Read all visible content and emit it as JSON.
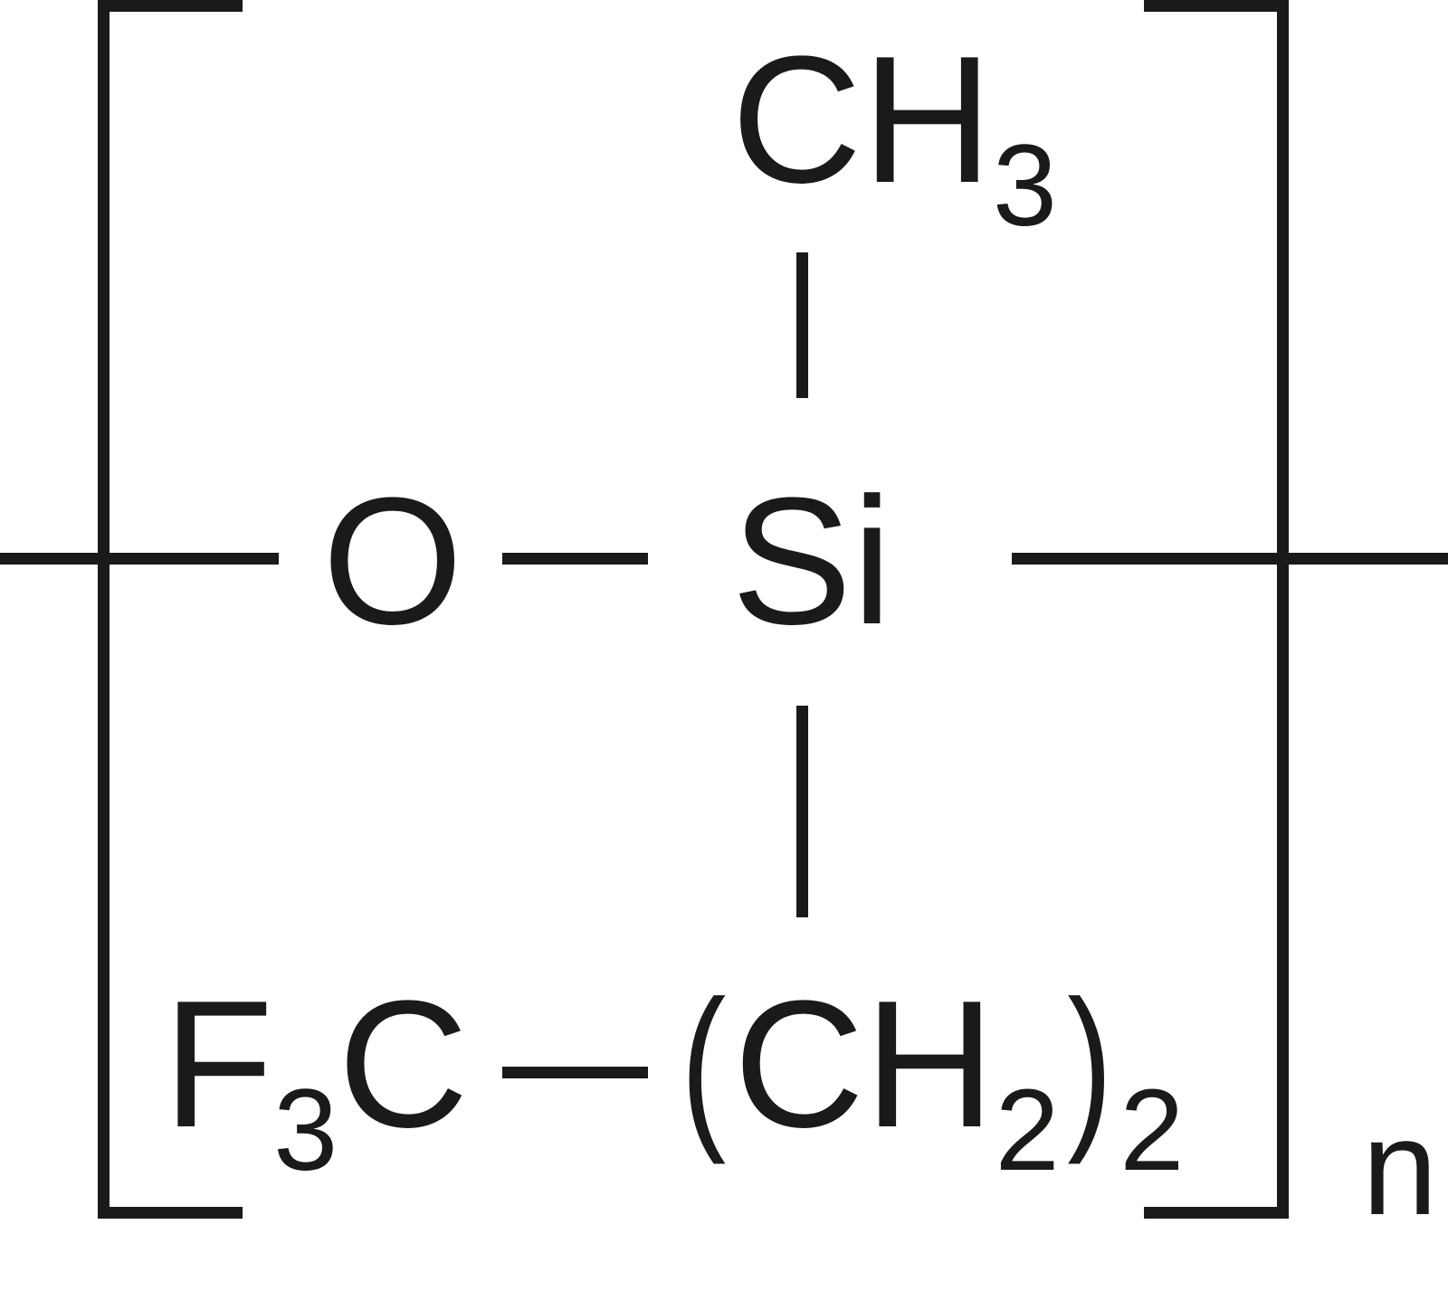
{
  "diagram": {
    "type": "chemical-structure",
    "name_shown": "",
    "repeat_unit": {
      "backbone_left": "O",
      "backbone_center": "Si",
      "top_substituent": {
        "main": "CH",
        "subscript": "3"
      },
      "bottom_substituent": {
        "terminal": {
          "prefix": "F",
          "subscript": "3",
          "main": "C"
        },
        "chain": {
          "open_paren": "(",
          "main": "CH",
          "inner_subscript": "2",
          "close_paren": ")",
          "outer_subscript": "2"
        }
      },
      "repeat_index": "n"
    },
    "colors": {
      "ink": "#1a1a18",
      "background": "#ffffff"
    }
  }
}
